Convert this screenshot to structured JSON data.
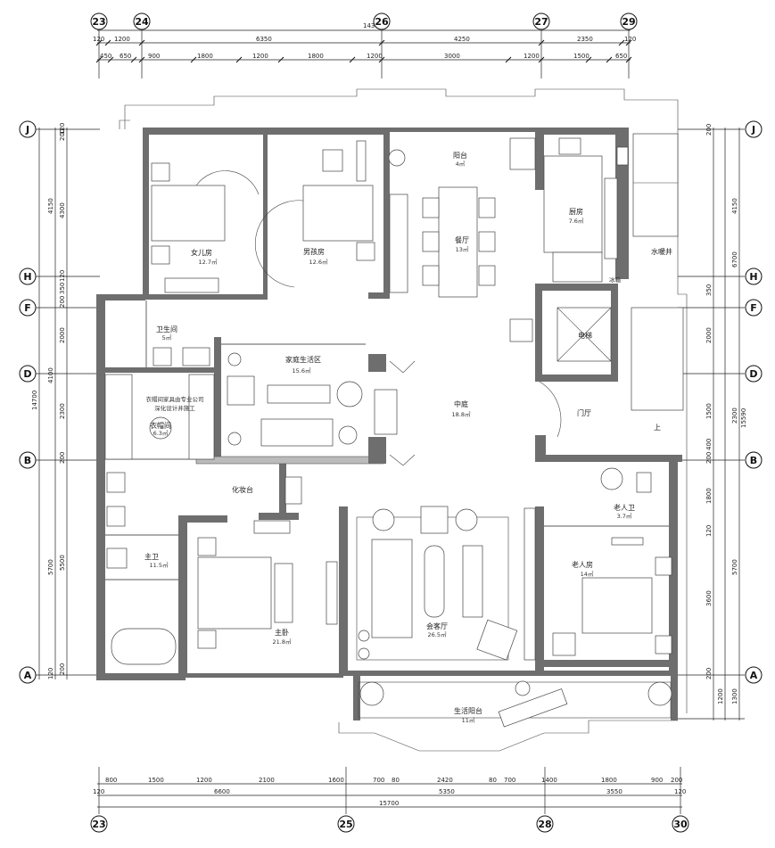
{
  "axes": {
    "top": [
      "23",
      "24",
      "26",
      "27",
      "29"
    ],
    "bottom": [
      "23",
      "25",
      "28",
      "30"
    ],
    "left": [
      "J",
      "H",
      "F",
      "D",
      "B",
      "A"
    ],
    "right": [
      "J",
      "H",
      "F",
      "D",
      "B",
      "A"
    ]
  },
  "dims": {
    "top_total": "14350",
    "top_row1": [
      "120",
      "1200",
      "6350",
      "4250",
      "2350",
      "120"
    ],
    "top_row2": [
      "450",
      "650",
      "900",
      "1800",
      "1200",
      "1800",
      "1200",
      "3000",
      "1200",
      "1500",
      "650"
    ],
    "bottom_row1": [
      "800",
      "1500",
      "1200",
      "2100",
      "1600",
      "700",
      "80",
      "2420",
      "80",
      "700",
      "1400",
      "1800",
      "900",
      "200"
    ],
    "bottom_row2": [
      "120",
      "6600",
      "5350",
      "3550",
      "120"
    ],
    "bottom_total": "15700",
    "left_outer": "14700",
    "left_mid": [
      "4150",
      "4100",
      "5700"
    ],
    "left_inner": [
      "120",
      "200",
      "4300",
      "120",
      "350",
      "200",
      "2000",
      "2300",
      "200",
      "5500",
      "200",
      "120"
    ],
    "right_outer": "15590",
    "right_mid": [
      "4150",
      "6700",
      "2300",
      "5700",
      "1300"
    ],
    "right_inner": [
      "200",
      "350",
      "2000",
      "1500",
      "400",
      "200",
      "1800",
      "120",
      "3600",
      "200",
      "1200"
    ]
  },
  "rooms": [
    {
      "id": "daughter",
      "name": "女儿房",
      "area": "12.7㎡"
    },
    {
      "id": "boy",
      "name": "男孩房",
      "area": "12.6㎡"
    },
    {
      "id": "balcony",
      "name": "阳台",
      "area": "4㎡"
    },
    {
      "id": "dining",
      "name": "餐厅",
      "area": "13㎡"
    },
    {
      "id": "kitchen",
      "name": "厨房",
      "area": "7.6㎡"
    },
    {
      "id": "shaft",
      "name": "水暖井",
      "area": ""
    },
    {
      "id": "bath_small",
      "name": "卫生间",
      "area": "5㎡"
    },
    {
      "id": "family",
      "name": "家庭生活区",
      "area": "15.6㎡"
    },
    {
      "id": "elevator",
      "name": "电梯",
      "area": ""
    },
    {
      "id": "courtyard",
      "name": "中庭",
      "area": "18.8㎡"
    },
    {
      "id": "foyer",
      "name": "门厅",
      "area": ""
    },
    {
      "id": "closet",
      "name": "衣帽间",
      "area": "6.3㎡"
    },
    {
      "id": "vanity",
      "name": "化妆台",
      "area": ""
    },
    {
      "id": "master_bath",
      "name": "主卫",
      "area": "11.5㎡"
    },
    {
      "id": "master",
      "name": "主卧",
      "area": "21.8㎡"
    },
    {
      "id": "living",
      "name": "会客厅",
      "area": "26.5㎡"
    },
    {
      "id": "elder_bath",
      "name": "老人卫",
      "area": "3.7㎡"
    },
    {
      "id": "elder",
      "name": "老人房",
      "area": "14㎡"
    },
    {
      "id": "living_balcony",
      "name": "生活阳台",
      "area": "11㎡"
    }
  ],
  "notes": {
    "closet_note_1": "衣帽间家具由专业公司",
    "closet_note_2": "深化设计并施工",
    "stair_up": "上",
    "fridge": "冰箱"
  }
}
